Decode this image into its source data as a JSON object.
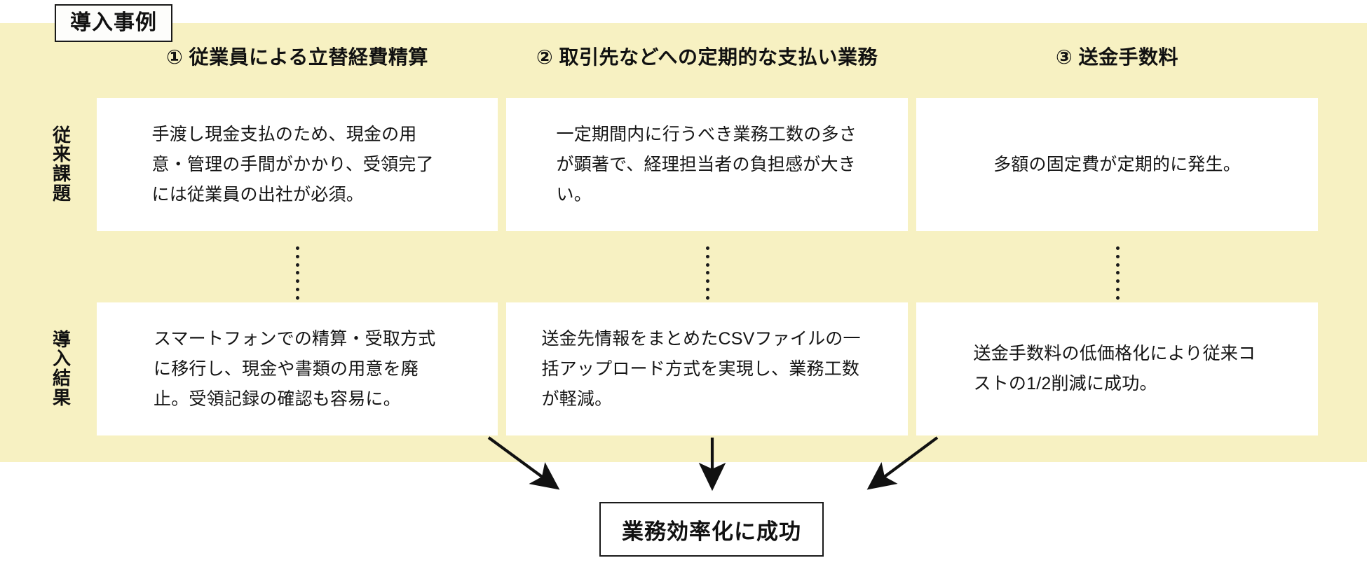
{
  "badge": {
    "label": "導入事例"
  },
  "columns": [
    {
      "id": "col-1",
      "header": "① 従業員による立替経費精算"
    },
    {
      "id": "col-2",
      "header": "② 取引先などへの定期的な支払い業務"
    },
    {
      "id": "col-3",
      "header": "③ 送金手数料"
    }
  ],
  "rows": [
    {
      "id": "row-issue",
      "label_chars": [
        "従",
        "来",
        "課",
        "題"
      ],
      "label": "従来課題",
      "cells": [
        "手渡し現金支払のため、現金の用意・管理の手間がかかり、受領完了には従業員の出社が必須。",
        "一定期間内に行うべき業務工数の多さが顕著で、経理担当者の負担感が大きい。",
        "多額の固定費が定期的に発生。"
      ]
    },
    {
      "id": "row-result",
      "label_chars": [
        "導",
        "入",
        "結",
        "果"
      ],
      "label": "導入結果",
      "cells": [
        "スマートフォンでの精算・受取方式に移行し、現金や書類の用意を廃止。受領記録の確認も容易に。",
        "送金先情報をまとめたCSVファイルの一括アップロード方式を実現し、業務工数が軽減。",
        "送金手数料の低価格化により従来コストの1/2削減に成功。"
      ]
    }
  ],
  "connectors": {
    "style": "vertical-dotted",
    "dot_count": 7
  },
  "arrows": [
    {
      "id": "arrow-left",
      "direction": "down-right"
    },
    {
      "id": "arrow-center",
      "direction": "down"
    },
    {
      "id": "arrow-right",
      "direction": "down-left"
    }
  ],
  "result": {
    "label": "業務効率化に成功"
  },
  "colors": {
    "band_background": "#F7F1C2",
    "card_background": "#FFFFFF",
    "text": "#151515",
    "outline": "#1A1A1A",
    "page_background": "#FFFFFF"
  }
}
